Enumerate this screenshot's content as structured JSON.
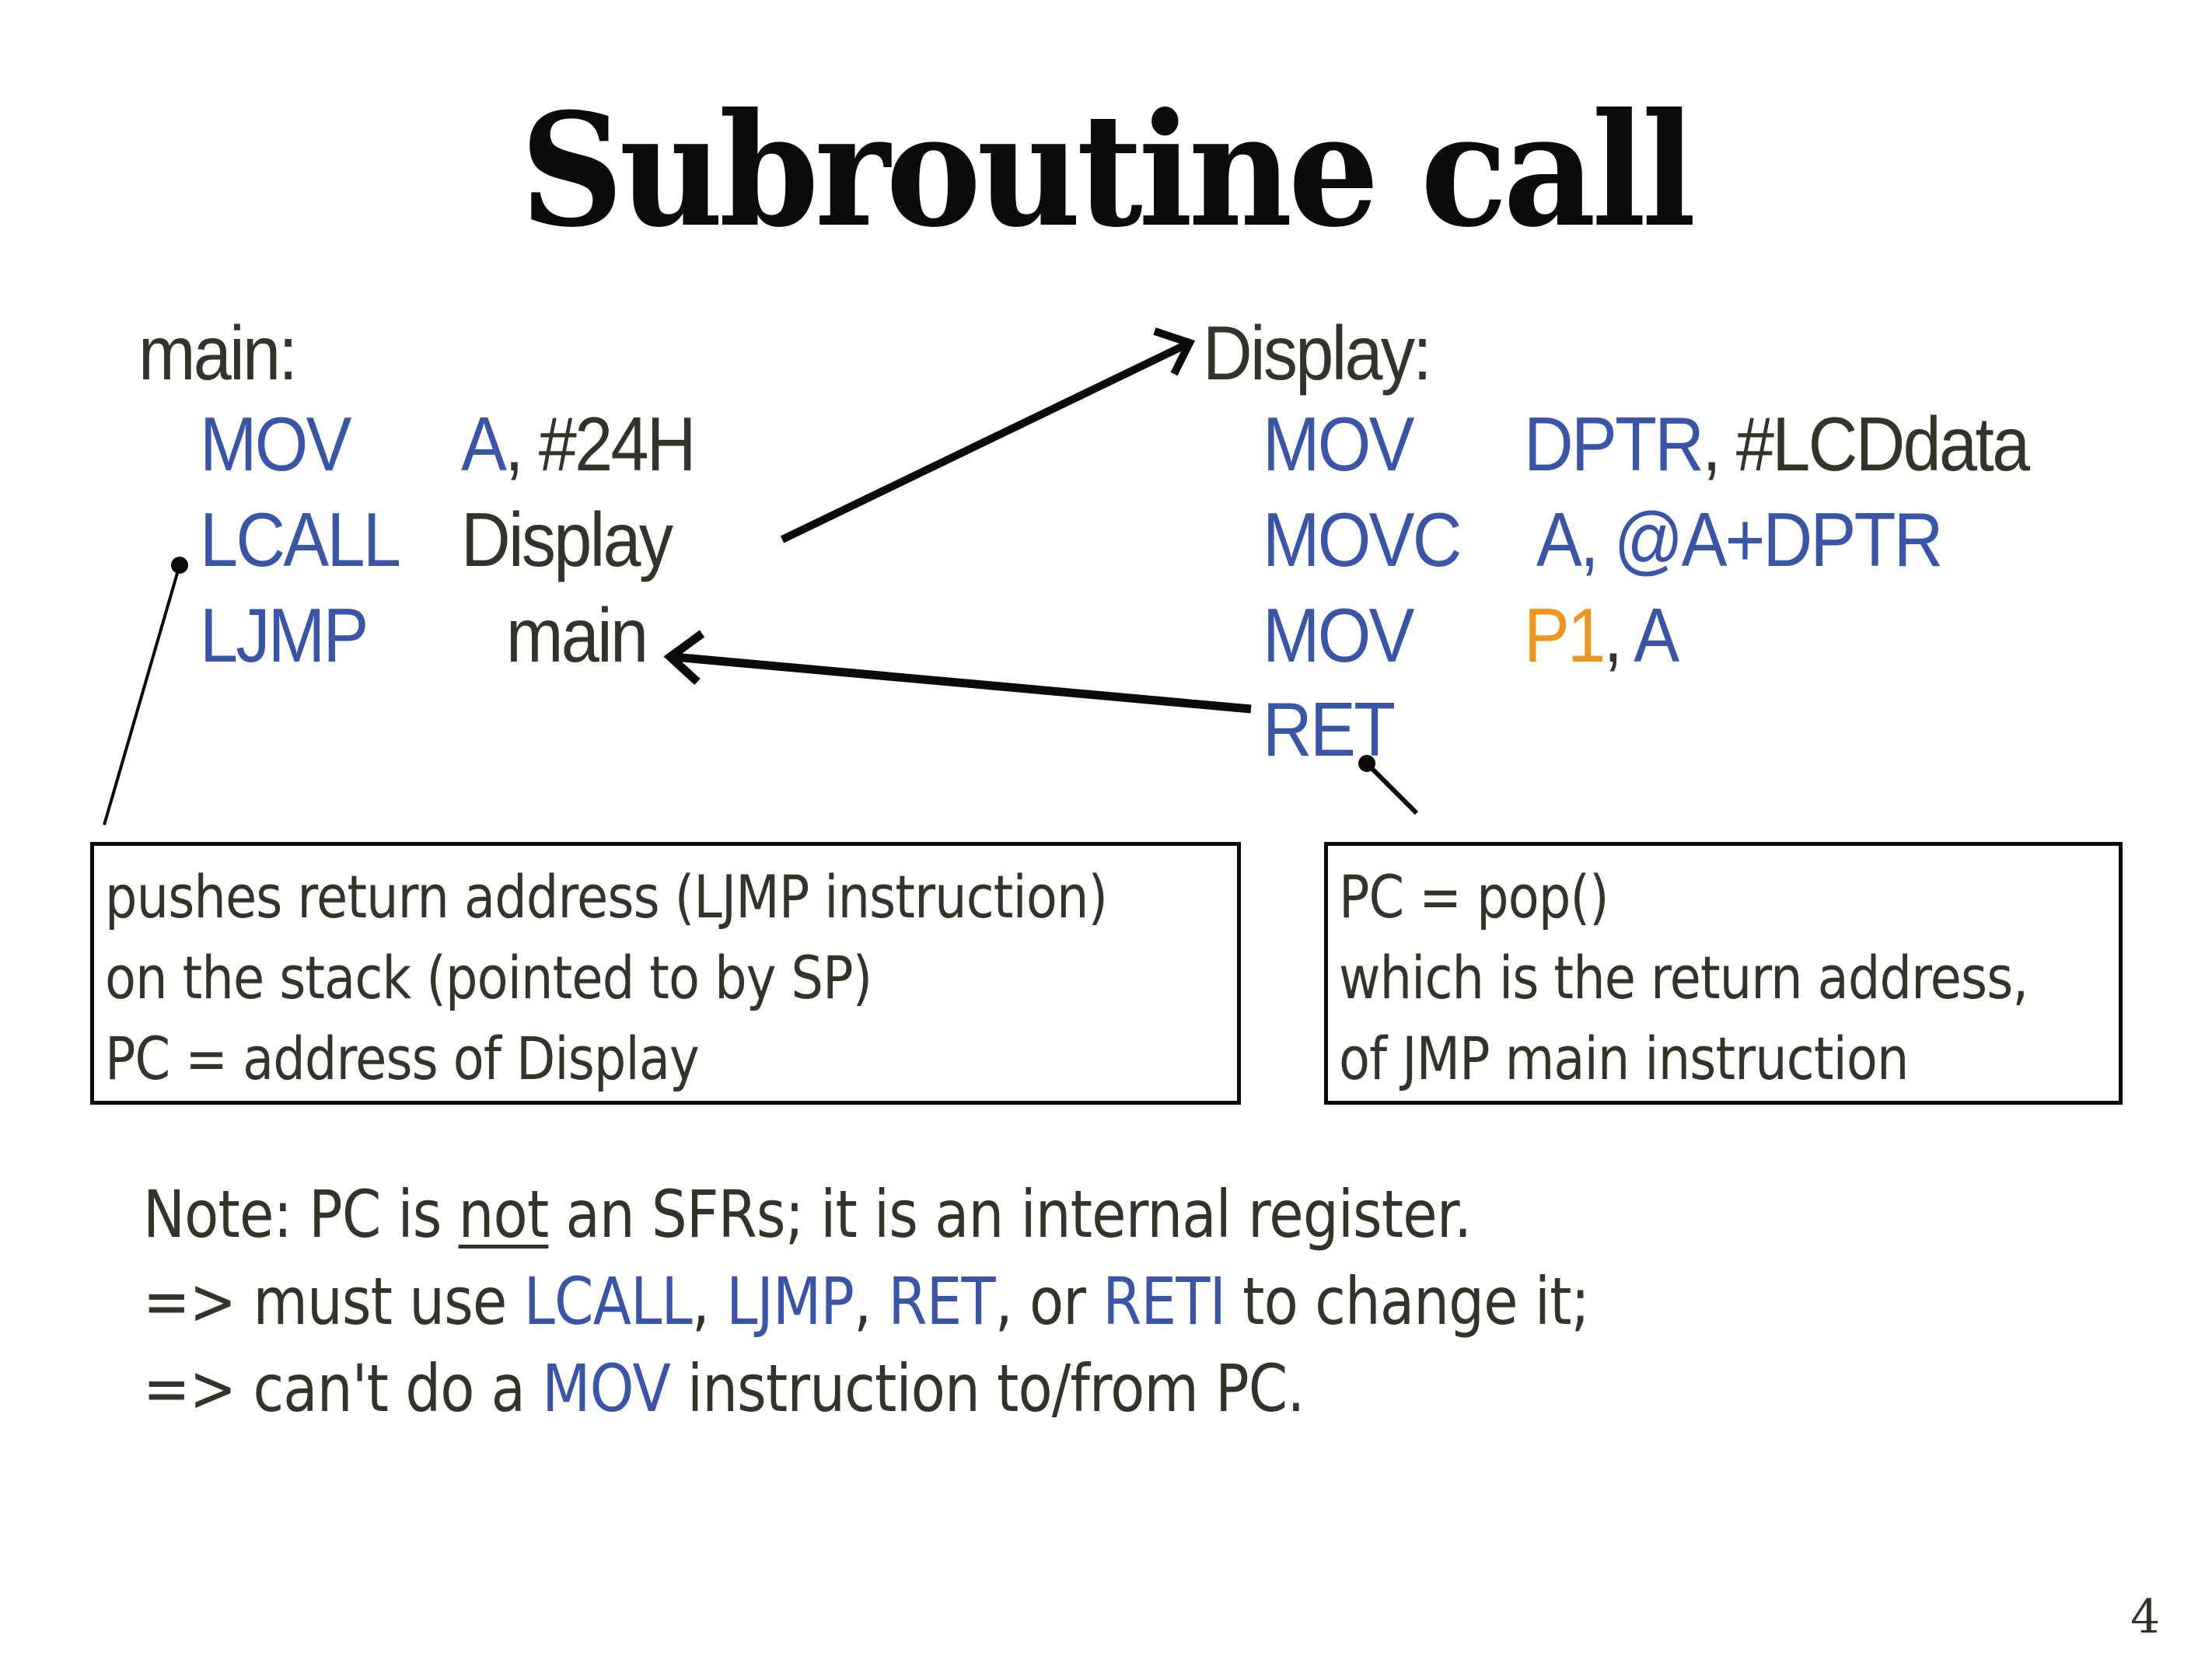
{
  "slide": {
    "title": "Subroutine call",
    "page_number": "4"
  },
  "main_routine": {
    "label": "main:",
    "lines": [
      {
        "op": "MOV",
        "args": [
          {
            "text": "A",
            "color": "blue"
          },
          {
            "text": ", #24H",
            "color": "dark"
          }
        ]
      },
      {
        "op": "LCALL",
        "args": [
          {
            "text": "Display",
            "color": "dark"
          }
        ]
      },
      {
        "op": "LJMP",
        "args": [
          {
            "text": "main",
            "color": "dark"
          }
        ]
      }
    ]
  },
  "display_routine": {
    "label": "Display:",
    "lines": [
      {
        "op": "MOV",
        "args": [
          {
            "text": "DPTR",
            "color": "blue"
          },
          {
            "text": ", #LCDdata",
            "color": "dark"
          }
        ]
      },
      {
        "op": "MOVC",
        "args": [
          {
            "text": "A, @A+DPTR",
            "color": "blue"
          }
        ]
      },
      {
        "op": "MOV",
        "args": [
          {
            "text": "P1",
            "color": "orange"
          },
          {
            "text": ", ",
            "color": "dark"
          },
          {
            "text": "A",
            "color": "blue"
          }
        ]
      },
      {
        "op": "RET",
        "args": []
      }
    ]
  },
  "callouts": {
    "lcall": {
      "lines": [
        "pushes return address (LJMP instruction)",
        "on the stack (pointed to by SP)",
        "PC = address of Display"
      ]
    },
    "ret": {
      "lines": [
        "PC = pop()",
        "which is the return address,",
        "of JMP main instruction"
      ]
    }
  },
  "note": {
    "line1": {
      "before": "Note: PC is ",
      "underlined": "not",
      "after": " an SFRs; it is an internal register."
    },
    "line2": {
      "prefix": "=> must use ",
      "kw1": "LCALL",
      "sep1": ", ",
      "kw2": "LJMP",
      "sep2": ", ",
      "kw3": "RET",
      "sep3": ", or ",
      "kw4": "RETI",
      "suffix": " to change it;"
    },
    "line3": {
      "prefix": "=> can't do a ",
      "kw": "MOV",
      "suffix": " instruction to/from PC."
    }
  },
  "colors": {
    "keyword_blue": "#3a55a8",
    "port_orange": "#f0961e",
    "text_dark": "#33332a",
    "title_black": "#0a0c0a"
  }
}
